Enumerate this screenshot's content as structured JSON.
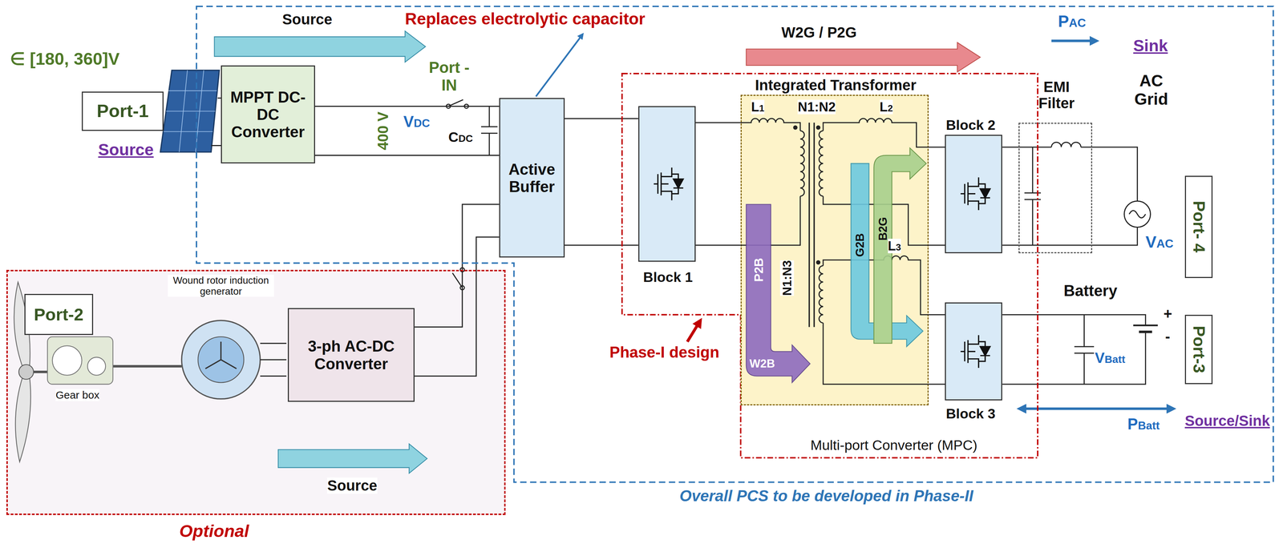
{
  "diagram": {
    "nodes": [
      {
        "text": [
          "Overall PCS to be developed in Phase-II"
        ]
      },
      {
        "text": [
          "Port-1"
        ]
      },
      {
        "text": [
          "MPPT DC-DC Converter"
        ],
        "in": 0
      },
      {
        "text": [
          "Active Buffer"
        ],
        "in": 0
      },
      {
        "text": [
          "Multi-port Converter (MPC)"
        ],
        "in": 0
      },
      {
        "text": [
          "Block 1"
        ],
        "in": 4
      },
      {
        "text": [
          "Integrated Transformer"
        ],
        "in": 4
      },
      {
        "text": [
          "Block 2"
        ],
        "in": 4
      },
      {
        "text": [
          "Block 3"
        ],
        "in": 4
      },
      {
        "text": [
          "EMI Filter"
        ],
        "in": 0
      },
      {
        "text": [
          "Port- 4"
        ],
        "in": 0
      },
      {
        "text": [
          "Port-3"
        ],
        "in": 0
      },
      {
        "text": [
          "Optional"
        ]
      },
      {
        "text": [
          "Port-2"
        ],
        "in": 12
      },
      {
        "text": [
          "3-ph AC-DC Converter"
        ],
        "in": 12
      }
    ],
    "edges": [
      {
        "from": 2,
        "to": 3,
        "arrow": "none"
      },
      {
        "from": 14,
        "to": 3,
        "arrow": "none"
      },
      {
        "from": 3,
        "to": 5,
        "arrow": "none"
      },
      {
        "from": 5,
        "to": 6,
        "arrow": "none"
      },
      {
        "from": 6,
        "to": 7,
        "arrow": "none"
      },
      {
        "from": 6,
        "to": 8,
        "arrow": "none"
      },
      {
        "from": 7,
        "to": 9,
        "arrow": "none"
      }
    ],
    "labels": [
      "∈ [180, 360]V",
      "Source",
      "Source",
      "400 V",
      "Port -IN",
      "VDC",
      "CDC",
      "Replaces electrolytic capacitor",
      "W2G / P2G",
      "L1",
      "N1:N2",
      "L2",
      "N1:N3",
      "L3",
      "P2B",
      "W2B",
      "G2B",
      "B2G",
      "Phase-I design",
      "PAC",
      "AC Grid",
      "Sink",
      "VAC",
      "Battery",
      "+",
      "-",
      "VBatt",
      "Source/Sink",
      "PBatt",
      "Wound rotor induction generator",
      "Gear box",
      "Source"
    ]
  }
}
